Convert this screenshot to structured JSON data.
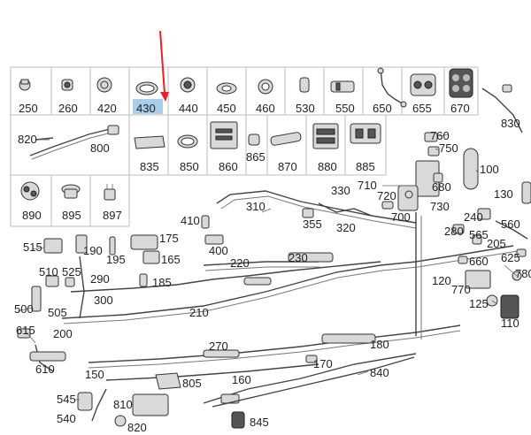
{
  "arrow_color": "#e8202a",
  "highlight_color": "#aacde9",
  "catalog_row1": [
    "250",
    "260",
    "420",
    "430",
    "440",
    "450",
    "460",
    "530",
    "550",
    "650",
    "655",
    "670"
  ],
  "catalog_row2": [
    "820",
    "800",
    "835",
    "850",
    "860",
    "865",
    "870",
    "880",
    "885"
  ],
  "catalog_row3": [
    "890",
    "895",
    "897"
  ],
  "highlighted": "430",
  "loose_labels": [
    "830",
    "760",
    "750",
    "100",
    "710",
    "720",
    "680",
    "130",
    "700",
    "730",
    "240",
    "560",
    "280",
    "565",
    "205",
    "625",
    "660",
    "120",
    "780",
    "770",
    "125",
    "110",
    "310",
    "330",
    "355",
    "320",
    "410",
    "400",
    "175",
    "165",
    "190",
    "195",
    "185",
    "515",
    "510",
    "525",
    "290",
    "220",
    "230",
    "300",
    "210",
    "500",
    "505",
    "200",
    "615",
    "610",
    "270",
    "180",
    "170",
    "150",
    "805",
    "160",
    "840",
    "545",
    "540",
    "810",
    "820",
    "845"
  ]
}
